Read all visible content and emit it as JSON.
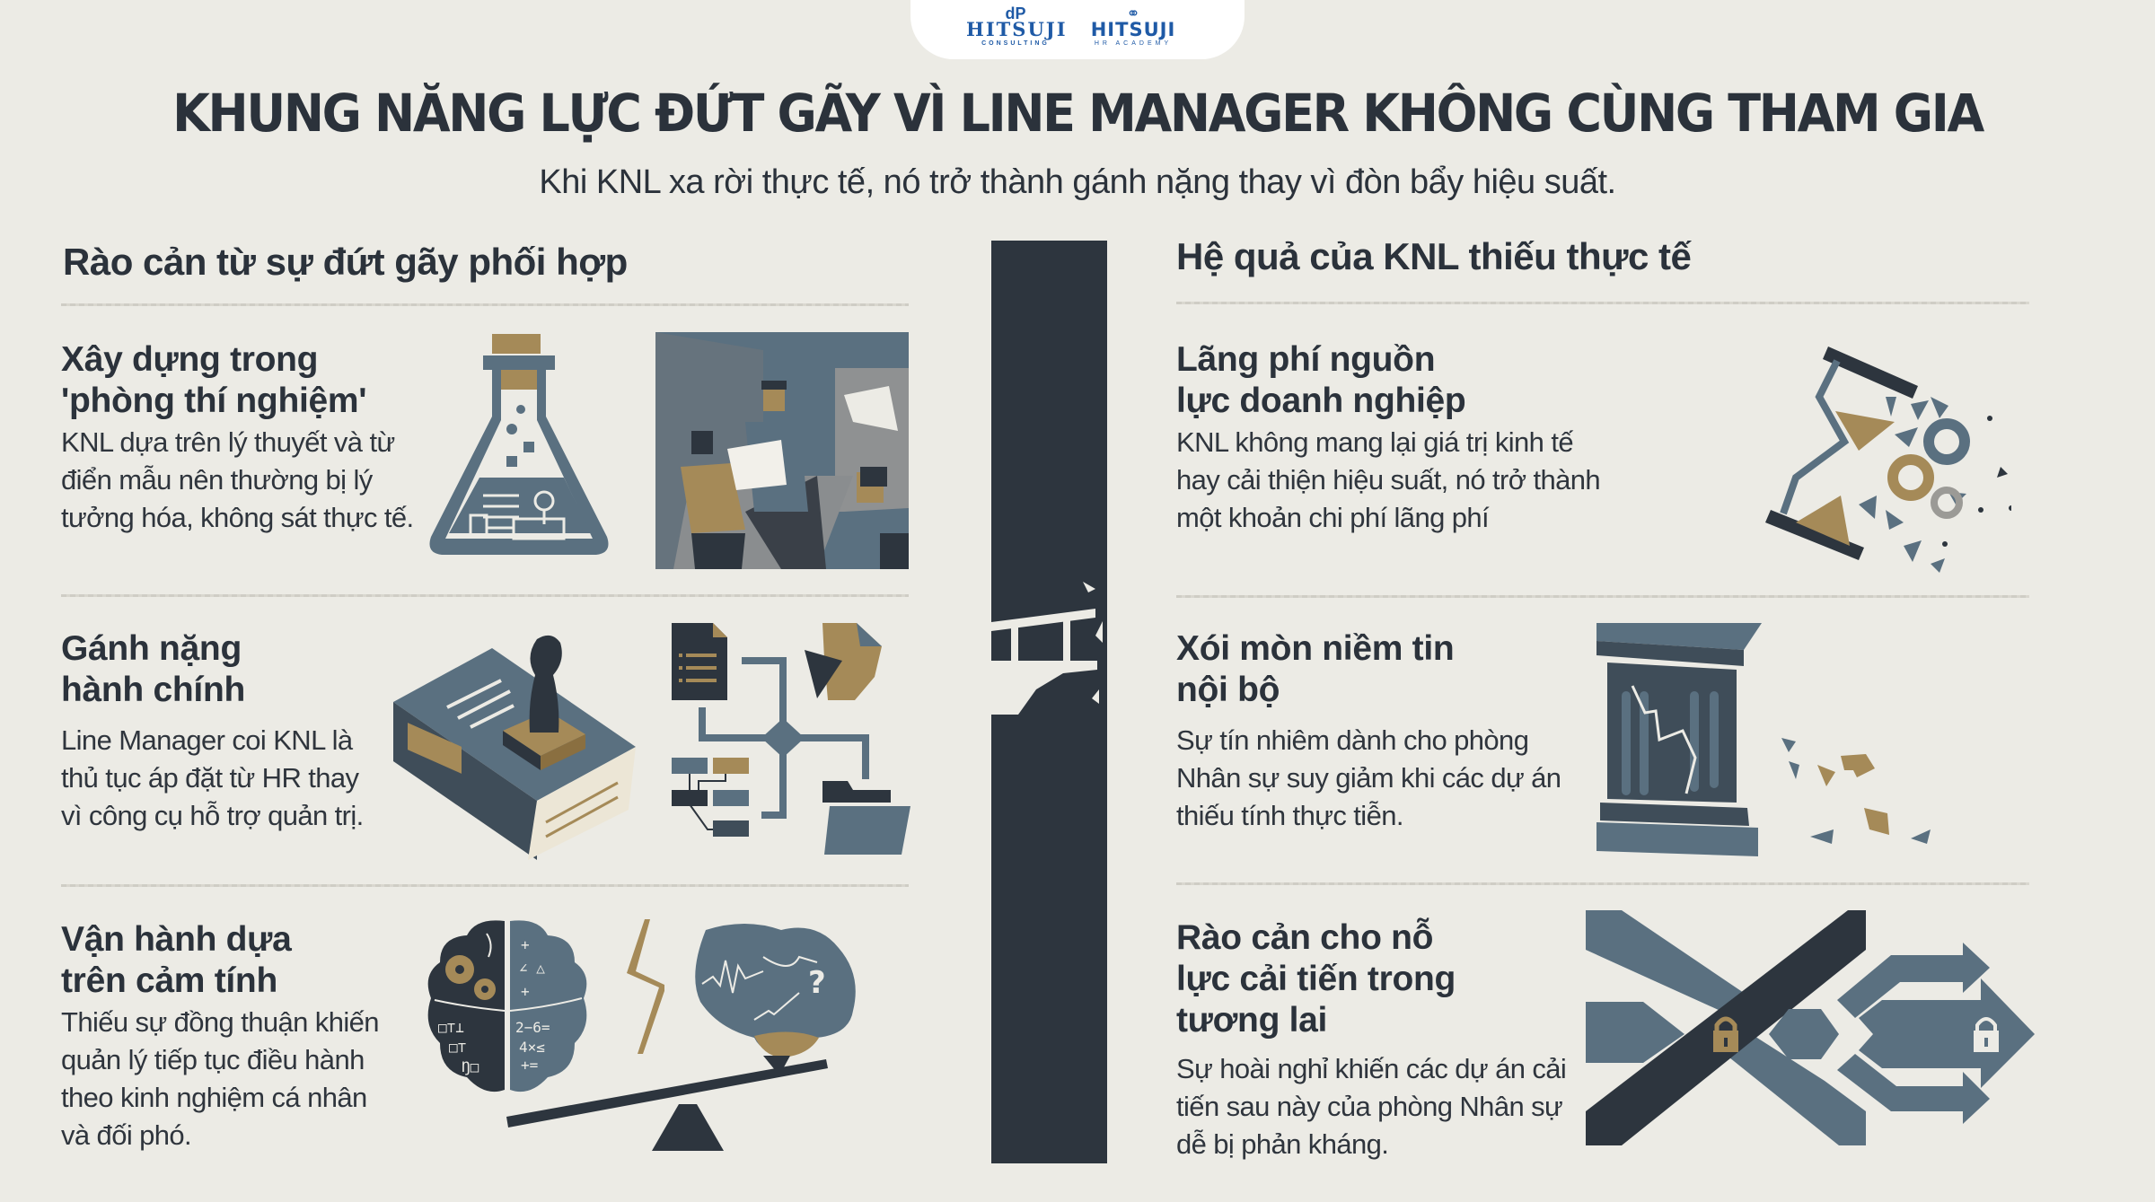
{
  "logos": {
    "consulting": {
      "mark": "dP",
      "name": "HITSUJI",
      "sub": "CONSULTING"
    },
    "academy": {
      "mark": "⚭",
      "name": "HITSUJI",
      "sub": "HR ACADEMY"
    }
  },
  "header": {
    "title": "KHUNG NĂNG LỰC ĐỨT GÃY VÌ LINE MANAGER KHÔNG CÙNG THAM GIA",
    "subtitle": "Khi KNL xa rời thực tế, nó trở thành gánh nặng thay vì đòn bẩy hiệu suất."
  },
  "colors": {
    "background": "#ecebe5",
    "text_dark": "#2b323b",
    "slate": "#5a7080",
    "charcoal": "#2d353e",
    "ochre": "#a58a58",
    "logo_blue": "#1f5aa6"
  },
  "left_column": {
    "heading": "Rào cản từ sự đứt gãy phối hợp",
    "sections": [
      {
        "title_line1": "Xây dựng trong",
        "title_line2": "'phòng thí nghiệm'",
        "body": "KNL dựa trên lý thuyết và từ điển mẫu nên thường bị lý tưởng hóa, không sát thực tế.",
        "icons": [
          "lab-flask-icon",
          "office-meeting-illustration"
        ]
      },
      {
        "title_line1": "Gánh nặng",
        "title_line2": "hành chính",
        "body": "Line Manager coi KNL là thủ tục áp đặt từ HR thay vì công cụ hỗ trợ quản trị.",
        "icons": [
          "stamp-book-icon",
          "workflow-diagram-icon"
        ]
      },
      {
        "title_line1": "Vận hành dựa",
        "title_line2": "trên cảm tính",
        "body": "Thiếu sự đồng thuận khiến quản lý tiếp tục điều hành theo kinh nghiệm cá nhân và đối phó.",
        "icons": [
          "brain-logic-icon",
          "brain-intuition-seesaw-icon"
        ],
        "brain_symbols": [
          "+",
          "∠ △",
          "+",
          "2 − 6 =",
          "4 × ≤",
          "+ ="
        ]
      }
    ]
  },
  "center": {
    "icon": "broken-bridge-icon"
  },
  "right_column": {
    "heading": "Hệ quả của KNL thiếu thực tế",
    "sections": [
      {
        "title_line1": "Lãng phí nguồn",
        "title_line2": "lực doanh nghiệp",
        "title_line3": "",
        "body": "KNL không mang lại giá trị kinh tế hay cải thiện hiệu suất, nó trở thành một khoản chi phí lãng phí",
        "icon": "shattered-hourglass-icon"
      },
      {
        "title_line1": "Xói mòn niềm tin",
        "title_line2": "nội bộ",
        "title_line3": "",
        "body": "Sự tín nhiêm dành cho phòng Nhân sự suy giảm khi các dự án thiếu tính thực tiễn.",
        "icon": "cracked-pillar-icon"
      },
      {
        "title_line1": "Rào cản cho nỗ",
        "title_line2": "lực cải tiến trong",
        "title_line3": "tương lai",
        "body": "Sự hoài nghỉ khiến các dự án cải tiến sau này của phòng Nhân sự dễ bị phản kháng.",
        "icon": "blocked-arrows-lock-icon"
      }
    ]
  }
}
